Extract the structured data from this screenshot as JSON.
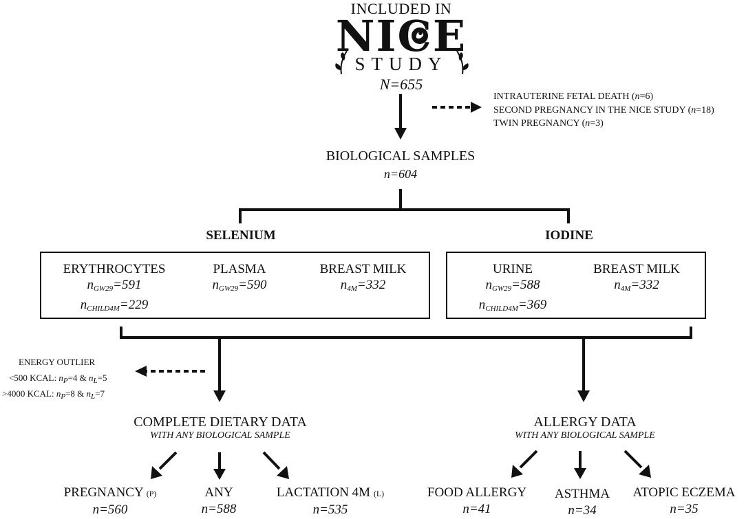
{
  "logo": {
    "top_text": "INCLUDED IN",
    "name": "NICE",
    "sub_text": "STUDY",
    "count": "N=655"
  },
  "exclusions_top": [
    {
      "label": "INTRAUTERINE FETAL DEATH (",
      "n_var": "n",
      "value": "=6)"
    },
    {
      "label": "SECOND PREGNANCY IN THE NICE STUDY (",
      "n_var": "n",
      "value": "=18)"
    },
    {
      "label": "TWIN PREGNANCY (",
      "n_var": "n",
      "value": "=3)"
    }
  ],
  "biological": {
    "title": "BIOLOGICAL SAMPLES",
    "count": "n=604"
  },
  "selenium": {
    "heading": "SELENIUM",
    "erythrocytes": {
      "label": "ERYTHROCYTES",
      "line1_sub": "GW29",
      "line1_val": "=591",
      "line2_sub": "CHILD4M",
      "line2_val": "=229"
    },
    "plasma": {
      "label": "PLASMA",
      "line1_sub": "GW29",
      "line1_val": "=590"
    },
    "breast_milk": {
      "label": "BREAST MILK",
      "line1_sub": "4M",
      "line1_val": "=332"
    }
  },
  "iodine": {
    "heading": "IODINE",
    "urine": {
      "label": "URINE",
      "line1_sub": "GW29",
      "line1_val": "=588",
      "line2_sub": "CHILD4M",
      "line2_val": "=369"
    },
    "breast_milk": {
      "label": "BREAST MILK",
      "line1_sub": "4M",
      "line1_val": "=332"
    }
  },
  "energy_outlier": {
    "title": "ENERGY OUTLIER",
    "line1": {
      "prefix": "<500 KCAL: ",
      "p_sub": "P",
      "p_val": "=4 & ",
      "l_sub": "L",
      "l_val": "=5"
    },
    "line2": {
      "prefix": ">4000 KCAL: ",
      "p_sub": "P",
      "p_val": "=8 & ",
      "l_sub": "L",
      "l_val": "=7"
    }
  },
  "dietary": {
    "title": "COMPLETE DIETARY DATA",
    "subtitle": "WITH ANY BIOLOGICAL SAMPLE",
    "items": [
      {
        "label": "PREGNANCY",
        "tag": "(P)",
        "count": "n=560"
      },
      {
        "label": "ANY",
        "tag": "",
        "count": "n=588"
      },
      {
        "label": "LACTATION 4M",
        "tag": "(L)",
        "count": "n=535"
      }
    ]
  },
  "allergy": {
    "title": "ALLERGY DATA",
    "subtitle": "WITH ANY BIOLOGICAL SAMPLE",
    "items": [
      {
        "label": "FOOD ALLERGY",
        "count": "n=41"
      },
      {
        "label": "ASTHMA",
        "count": "n=34"
      },
      {
        "label": "ATOPIC ECZEMA",
        "count": "n=35"
      }
    ]
  },
  "n_letter": "n"
}
